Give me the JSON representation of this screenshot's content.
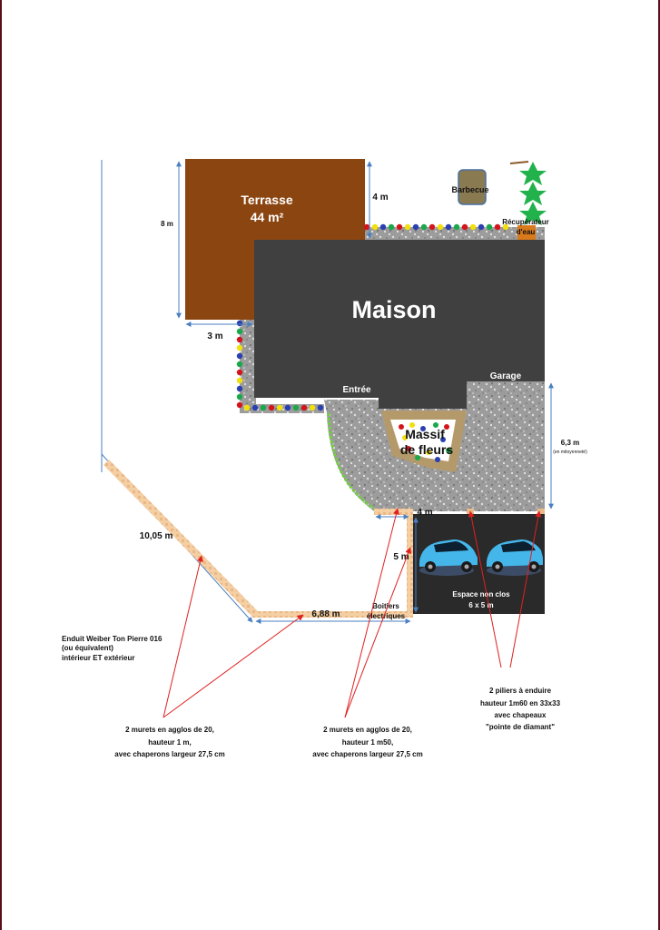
{
  "plan": {
    "terrasse_title": "Terrasse",
    "terrasse_area": "44 m²",
    "maison": "Maison",
    "entree": "Entrée",
    "garage": "Garage",
    "barbecue": "Barbecue",
    "recuperateur_line1": "Récupérateur",
    "recuperateur_line2": "d'eau",
    "massif_line1": "Massif",
    "massif_line2": "de fleurs",
    "espace_line1": "Espace non clos",
    "espace_line2": "6 x 5 m",
    "boitiers_line1": "Boitiers",
    "boitiers_line2": "électriques"
  },
  "dimensions": {
    "terrasse_height": "8 m",
    "top_gap": "4 m",
    "terrasse_offset": "3 m",
    "garage_side": "6,3 m",
    "garage_side_note": "(en mitoyenneté)",
    "front_width": "4 m",
    "parking_depth": "5 m",
    "diagonal_wall": "10,05 m",
    "bottom_wall": "6,88 m"
  },
  "notes": {
    "enduit": [
      "Enduit Weiber Ton Pierre 016",
      "(ou équivalent)",
      "intérieur ET extérieur"
    ],
    "murets_1m": [
      "2 murets en agglos de 20,",
      "hauteur 1 m,",
      "avec chaperons largeur 27,5 cm"
    ],
    "murets_1m50": [
      "2 murets en agglos de 20,",
      "hauteur 1 m50,",
      "avec chaperons largeur 27,5 cm"
    ],
    "piliers": [
      "2 piliers à enduire",
      "hauteur 1m60 en 33x33",
      "avec chapeaux",
      "\"pointe de diamant\""
    ]
  },
  "colors": {
    "terrasse": "#8b4511",
    "maison": "#404040",
    "gravel": "#9a9a9a",
    "wall": "#f3c99a",
    "dimension_line": "#4a7fc1",
    "arrow": "#e02020",
    "hedge": "#22b24c",
    "parking": "#2a2a2a"
  }
}
